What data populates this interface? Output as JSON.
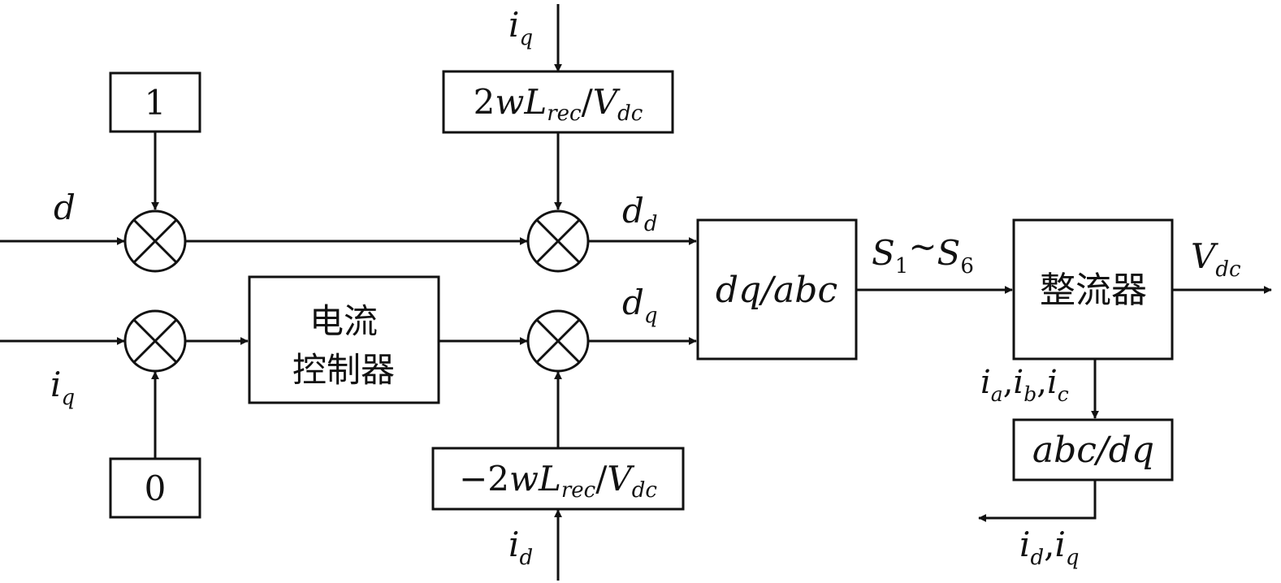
{
  "blocks": {
    "one": "1",
    "zero": "0",
    "current_controller_line1": "电流",
    "current_controller_line2": "控制器",
    "dq_abc": "dq/abc",
    "rectifier": "整流器",
    "abc_dq": "abc/dq",
    "gain_pos": {
      "coef": "2",
      "w": "w",
      "L": "L",
      "L_sub": "rec",
      "slash": "/",
      "V": "V",
      "V_sub": "dc"
    },
    "gain_neg": {
      "coef": "−2",
      "w": "w",
      "L": "L",
      "L_sub": "rec",
      "slash": "/",
      "V": "V",
      "V_sub": "dc"
    }
  },
  "signals": {
    "d_input": "d",
    "iq_input": {
      "base": "i",
      "sub": "q"
    },
    "iq_top": {
      "base": "i",
      "sub": "q"
    },
    "id_bottom": {
      "base": "i",
      "sub": "d"
    },
    "dd": {
      "base": "d",
      "sub": "d"
    },
    "dq": {
      "base": "d",
      "sub": "q"
    },
    "switches": {
      "s1": "S",
      "s1_sub": "1",
      "tilde": "~",
      "s6": "S",
      "s6_sub": "6"
    },
    "vdc_out": {
      "base": "V",
      "sub": "dc"
    },
    "iabc": {
      "a": "i",
      "a_sub": "a",
      "b": "i",
      "b_sub": "b",
      "c": "i",
      "c_sub": "c",
      "comma": ","
    },
    "idq_out": {
      "d": "i",
      "d_sub": "d",
      "q": "i",
      "q_sub": "q",
      "comma": ","
    }
  }
}
